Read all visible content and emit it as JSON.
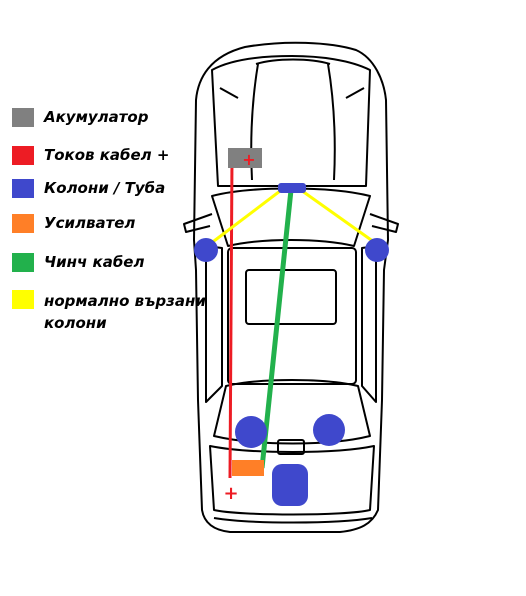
{
  "legend": [
    {
      "label": "Акумулатор",
      "color": "#808080"
    },
    {
      "label": "Токов кабел +",
      "color": "#ed1c24"
    },
    {
      "label": "Колони / Туба",
      "color": "#3f48cc"
    },
    {
      "label": "Усилвател",
      "color": "#ff7f27"
    },
    {
      "label": "Чинч кабел",
      "color": "#22b14c"
    },
    {
      "label": "нормално вързани колони",
      "color": "#ffff00"
    }
  ],
  "diagram": {
    "battery_symbol": "+",
    "amp_symbol": "+"
  }
}
